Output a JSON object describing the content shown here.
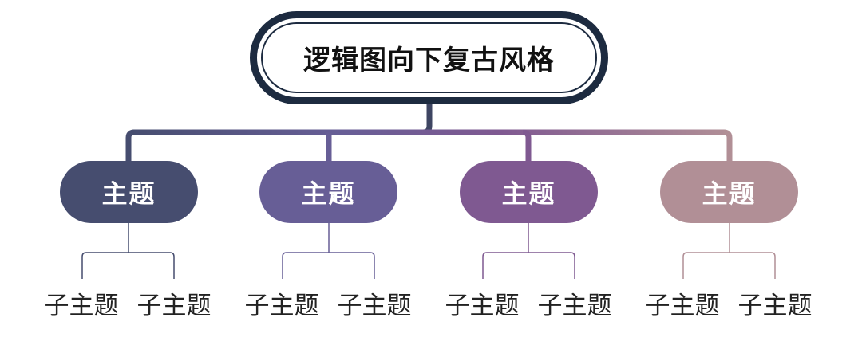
{
  "title": "逻辑图向下复古风格",
  "colors": {
    "title_border": "#1d2b40",
    "topics": [
      "#464d6f",
      "#675e96",
      "#7f5991",
      "#b18f96"
    ]
  },
  "topics": [
    {
      "label": "主题",
      "subtopics": [
        "子主题",
        "子主题"
      ]
    },
    {
      "label": "主题",
      "subtopics": [
        "子主题",
        "子主题"
      ]
    },
    {
      "label": "主题",
      "subtopics": [
        "子主题",
        "子主题"
      ]
    },
    {
      "label": "主题",
      "subtopics": [
        "子主题",
        "子主题"
      ]
    }
  ]
}
